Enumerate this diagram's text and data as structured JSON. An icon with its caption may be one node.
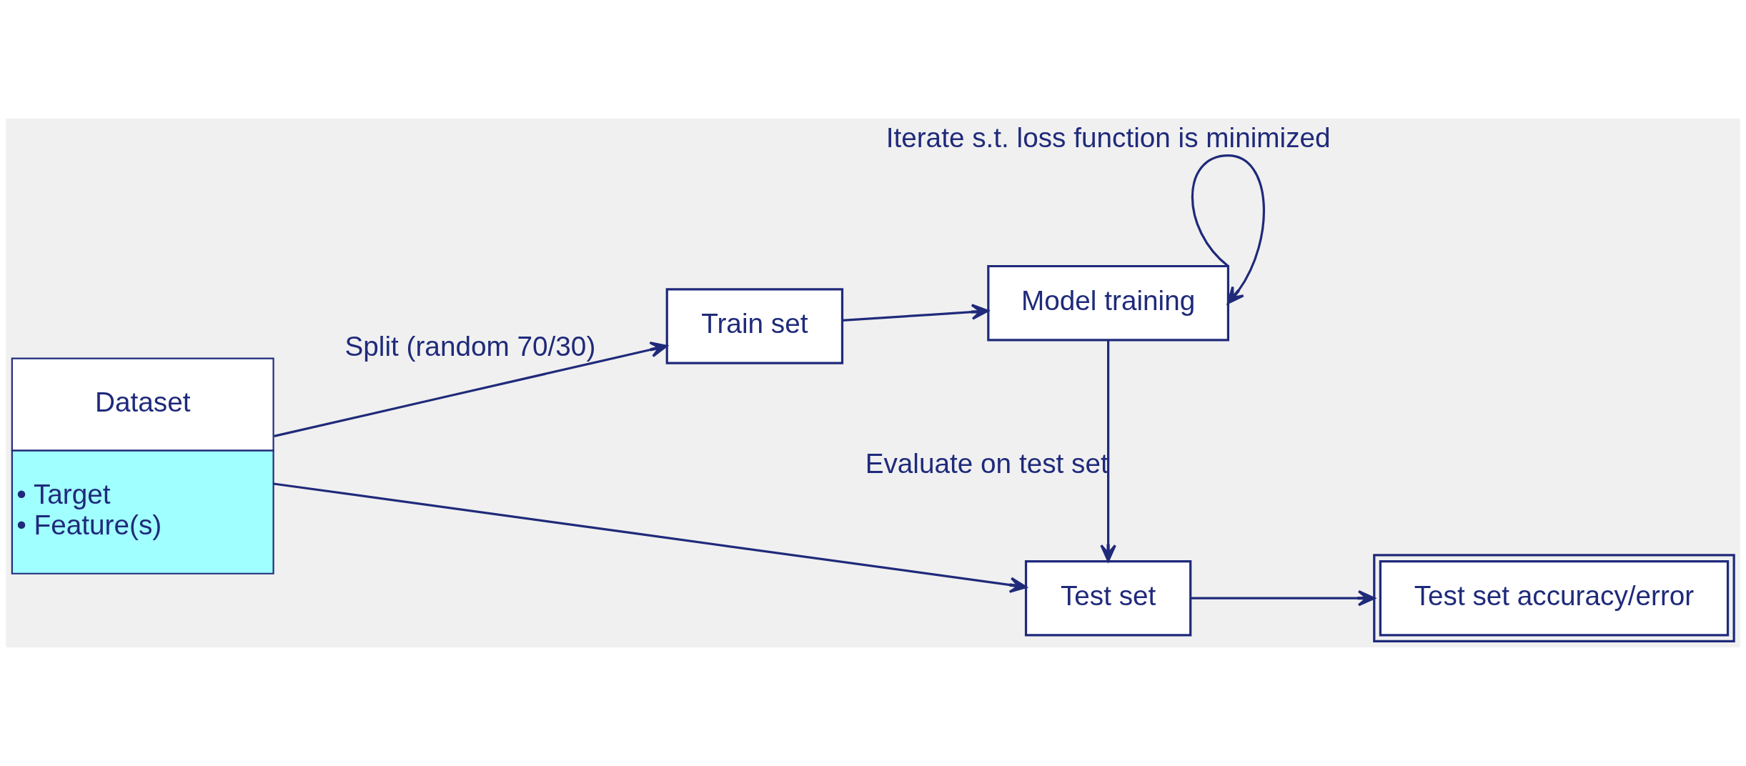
{
  "diagram": {
    "nodes": [
      {
        "text": [
          "Dataset",
          "• Target",
          "• Feature(s)"
        ]
      },
      {
        "text": [
          "Train set"
        ]
      },
      {
        "text": [
          "Model training"
        ]
      },
      {
        "text": [
          "Test set"
        ]
      },
      {
        "text": [
          "Test set accuracy/error"
        ]
      }
    ],
    "edges": [
      {
        "from": 0,
        "to": 1,
        "arrow": "to",
        "label": "Split (random 70/30)"
      },
      {
        "from": 0,
        "to": 3,
        "arrow": "to"
      },
      {
        "from": 1,
        "to": 2,
        "arrow": "to"
      },
      {
        "from": 2,
        "to": 2,
        "arrow": "to",
        "label": "Iterate s.t. loss function is minimized"
      },
      {
        "from": 2,
        "to": 3,
        "arrow": "to",
        "label": "Evaluate on test set"
      },
      {
        "from": 3,
        "to": 4,
        "arrow": "to"
      }
    ]
  }
}
